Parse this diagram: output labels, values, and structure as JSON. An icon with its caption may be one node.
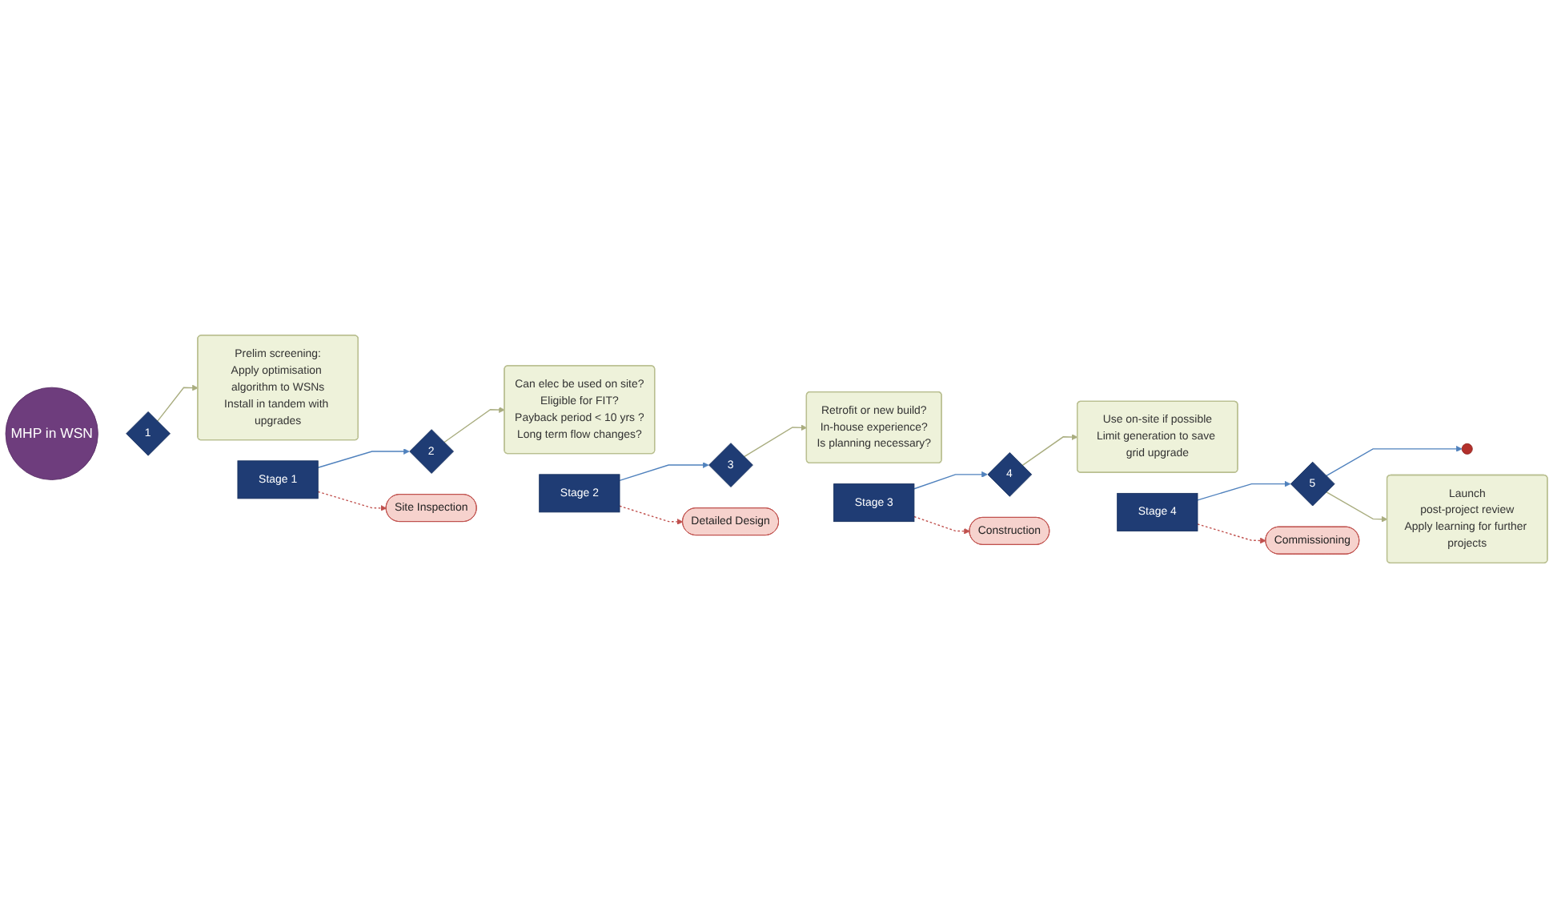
{
  "diagram": {
    "nodes": [
      {
        "text": [
          "Prelim screening:",
          "Apply optimisation algorithm to WSNs",
          "Install in tandem with upgrades"
        ]
      },
      {
        "text": [
          "Can elec be used on site?",
          "Eligible for FIT?",
          "Payback period < 10 yrs ?",
          "Long term flow changes?"
        ]
      },
      {
        "text": [
          "Retrofit or new build?",
          "In-house experience?",
          "Is planning necessary?"
        ]
      },
      {
        "text": [
          "Use on-site if possible",
          "Limit generation to save grid upgrade"
        ]
      },
      {
        "text": [
          "Launch",
          "post-project review",
          "Apply learning for further projects"
        ]
      },
      {
        "text": [
          "MHP in WSN"
        ]
      },
      {
        "text": [
          "1"
        ]
      },
      {
        "text": [
          "Stage 1"
        ]
      },
      {
        "text": [
          "2"
        ]
      },
      {
        "text": [
          "Stage 2"
        ]
      },
      {
        "text": [
          "3"
        ]
      },
      {
        "text": [
          "Stage 3"
        ]
      },
      {
        "text": [
          "4"
        ]
      },
      {
        "text": [
          "Stage 4"
        ]
      },
      {
        "text": [
          "5"
        ]
      },
      {
        "text": [],
        "shape": "circle"
      },
      {
        "text": [
          "Site Inspection"
        ]
      },
      {
        "text": [
          "Detailed Design"
        ]
      },
      {
        "text": [
          "Construction"
        ]
      },
      {
        "text": [
          "Commissioning"
        ]
      }
    ],
    "edges": [
      {
        "from": 7,
        "to": 8,
        "arrow": "to",
        "color": "#4f81bd"
      },
      {
        "from": 9,
        "to": 10,
        "arrow": "to",
        "color": "#4f81bd"
      },
      {
        "from": 11,
        "to": 12,
        "arrow": "to",
        "color": "#4f81bd"
      },
      {
        "from": 13,
        "to": 14,
        "arrow": "to",
        "color": "#4f81bd"
      },
      {
        "from": 14,
        "to": 15,
        "arrow": "to",
        "color": "#4f81bd"
      },
      {
        "from": 6,
        "to": 0,
        "arrow": "to",
        "color": "#a9ad7f"
      },
      {
        "from": 8,
        "to": 1,
        "arrow": "to",
        "color": "#a9ad7f"
      },
      {
        "from": 10,
        "to": 2,
        "arrow": "to",
        "color": "#a9ad7f"
      },
      {
        "from": 12,
        "to": 3,
        "arrow": "to",
        "color": "#a9ad7f"
      },
      {
        "from": 14,
        "to": 4,
        "arrow": "to",
        "color": "#a9ad7f"
      },
      {
        "from": 7,
        "to": 16,
        "arrow": "to",
        "style": "dashed",
        "color": "#c0504d"
      },
      {
        "from": 9,
        "to": 17,
        "arrow": "to",
        "style": "dashed",
        "color": "#c0504d"
      },
      {
        "from": 11,
        "to": 18,
        "arrow": "to",
        "style": "dashed",
        "color": "#c0504d"
      },
      {
        "from": 13,
        "to": 19,
        "arrow": "to",
        "style": "dashed",
        "color": "#c0504d"
      }
    ]
  }
}
